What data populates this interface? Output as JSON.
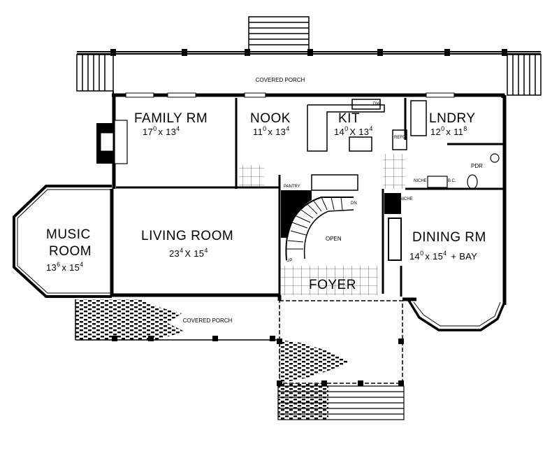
{
  "rooms": {
    "family": {
      "name": "FAMILY RM",
      "w": "17",
      "ws": "0",
      "x": "x",
      "h": "13",
      "hs": "4"
    },
    "nook": {
      "name": "NOOK",
      "w": "11",
      "ws": "0",
      "x": "x",
      "h": "13",
      "hs": "4"
    },
    "kit": {
      "name": "KIT",
      "w": "14",
      "ws": "0",
      "x": "X",
      "h": "13",
      "hs": "4"
    },
    "lndry": {
      "name": "LNDRY",
      "w": "12",
      "ws": "0",
      "x": "x",
      "h": "11",
      "hs": "8"
    },
    "music": {
      "name1": "MUSIC",
      "name2": "ROOM",
      "w": "13",
      "ws": "6",
      "x": "x",
      "h": "15",
      "hs": "4"
    },
    "living": {
      "name": "LIVING ROOM",
      "w": "23",
      "ws": "4",
      "x": "X",
      "h": "15",
      "hs": "4"
    },
    "dining": {
      "name": "DINING RM",
      "w": "14",
      "ws": "0",
      "x": "x",
      "h": "15",
      "hs": "4",
      "extra": "+ BAY"
    },
    "foyer": {
      "name": "FOYER"
    }
  },
  "labels": {
    "covered_porch_top": "COVERED PORCH",
    "covered_porch_bottom": "COVERED PORCH",
    "open": "OPEN",
    "pantry": "PANTRY",
    "pdr": "PDR",
    "bc": "B.C.",
    "niche1": "NICHE",
    "niche2": "NICHE",
    "up": "UP",
    "dn": "DN",
    "dw": "DW",
    "refg": "REFG"
  }
}
